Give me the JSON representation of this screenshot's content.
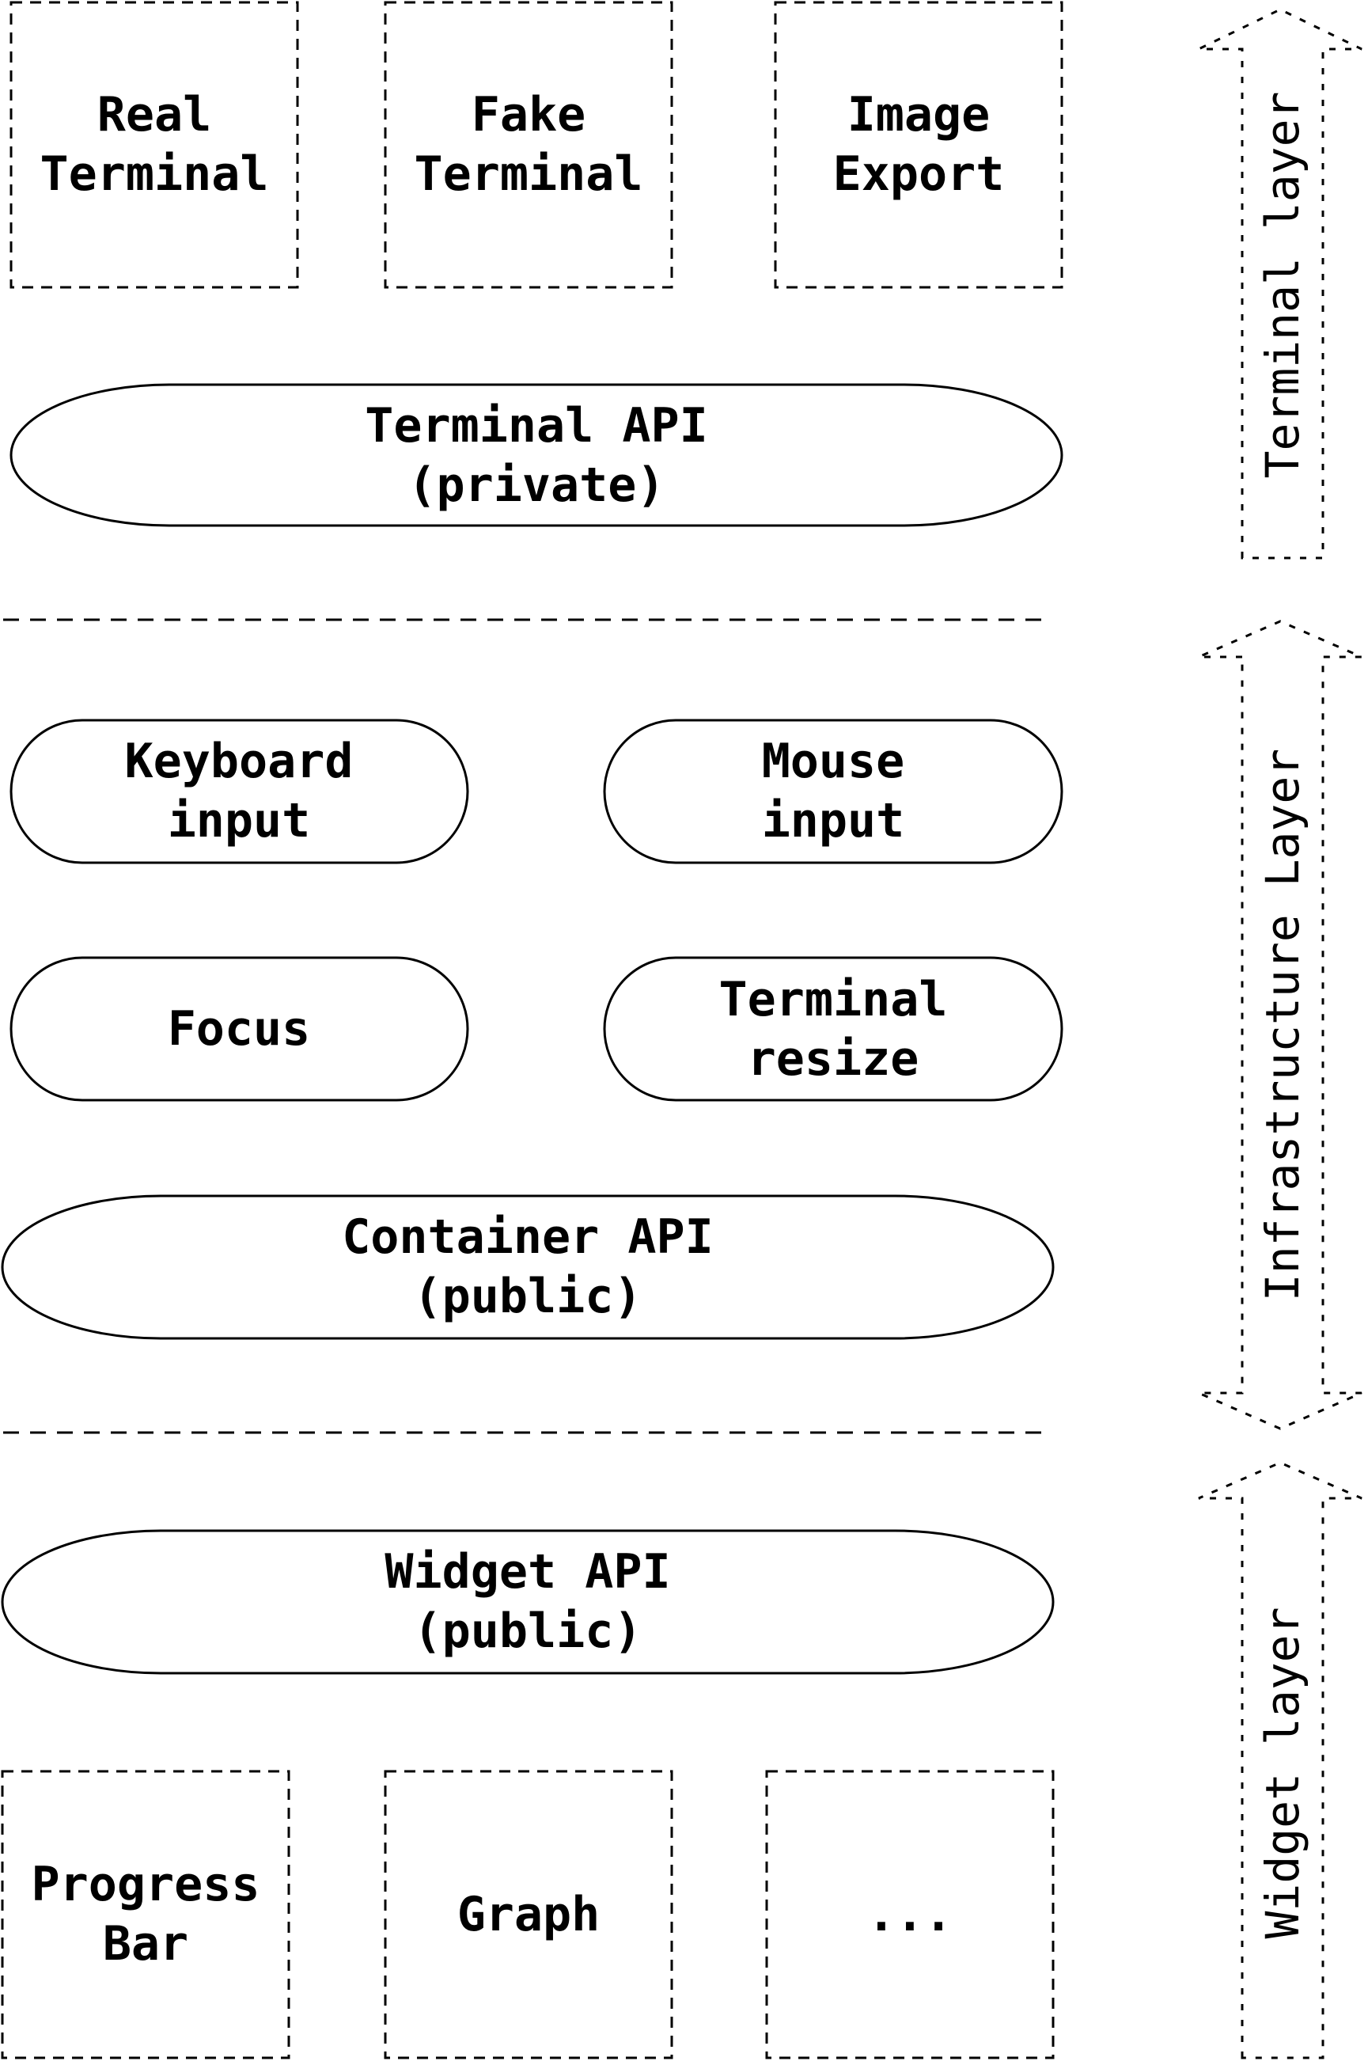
{
  "terminal_layer": {
    "boxes": [
      {
        "line1": "Real",
        "line2": "Terminal"
      },
      {
        "line1": "Fake",
        "line2": "Terminal"
      },
      {
        "line1": "Image",
        "line2": "Export"
      }
    ],
    "api": {
      "line1": "Terminal API",
      "line2": "(private)"
    },
    "side_label": "Terminal layer"
  },
  "infrastructure_layer": {
    "components": [
      {
        "line1": "Keyboard",
        "line2": "input"
      },
      {
        "line1": "Mouse",
        "line2": "input"
      },
      {
        "line1": "Focus"
      },
      {
        "line1": "Terminal",
        "line2": "resize"
      }
    ],
    "api": {
      "line1": "Container API",
      "line2": "(public)"
    },
    "side_label": "Infrastructure Layer"
  },
  "widget_layer": {
    "api": {
      "line1": "Widget API",
      "line2": "(public)"
    },
    "boxes": [
      {
        "line1": "Progress",
        "line2": "Bar"
      },
      {
        "line1": "Graph"
      },
      {
        "line1": "..."
      }
    ],
    "side_label": "Widget layer"
  }
}
